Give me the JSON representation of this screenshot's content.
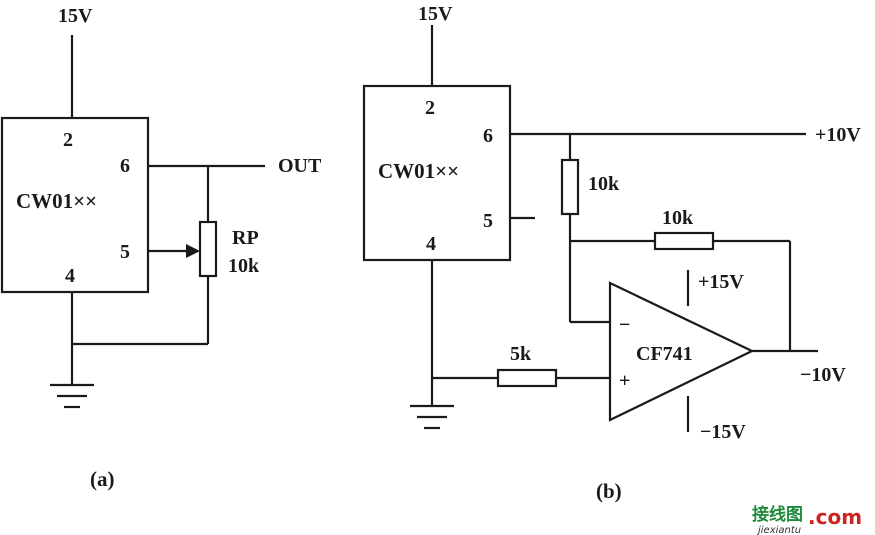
{
  "circuit_a": {
    "supply": "15V",
    "chip": "CW01××",
    "pin2": "2",
    "pin6": "6",
    "pin5": "5",
    "pin4": "4",
    "out": "OUT",
    "pot_name": "RP",
    "pot_value": "10k",
    "caption": "(a)"
  },
  "circuit_b": {
    "supply": "15V",
    "chip": "CW01××",
    "pin2": "2",
    "pin6": "6",
    "pin5": "5",
    "pin4": "4",
    "plus10": "+10V",
    "r_top": "10k",
    "r_fb": "10k",
    "r_in": "5k",
    "opamp": "CF741",
    "minus_sign": "−",
    "plus_sign": "+",
    "vpos": "+15V",
    "vneg": "−15V",
    "out": "−10V",
    "caption": "(b)"
  },
  "watermark": {
    "cn": "接线图",
    "dotcom": ".com",
    "en": "jiexiantu"
  }
}
